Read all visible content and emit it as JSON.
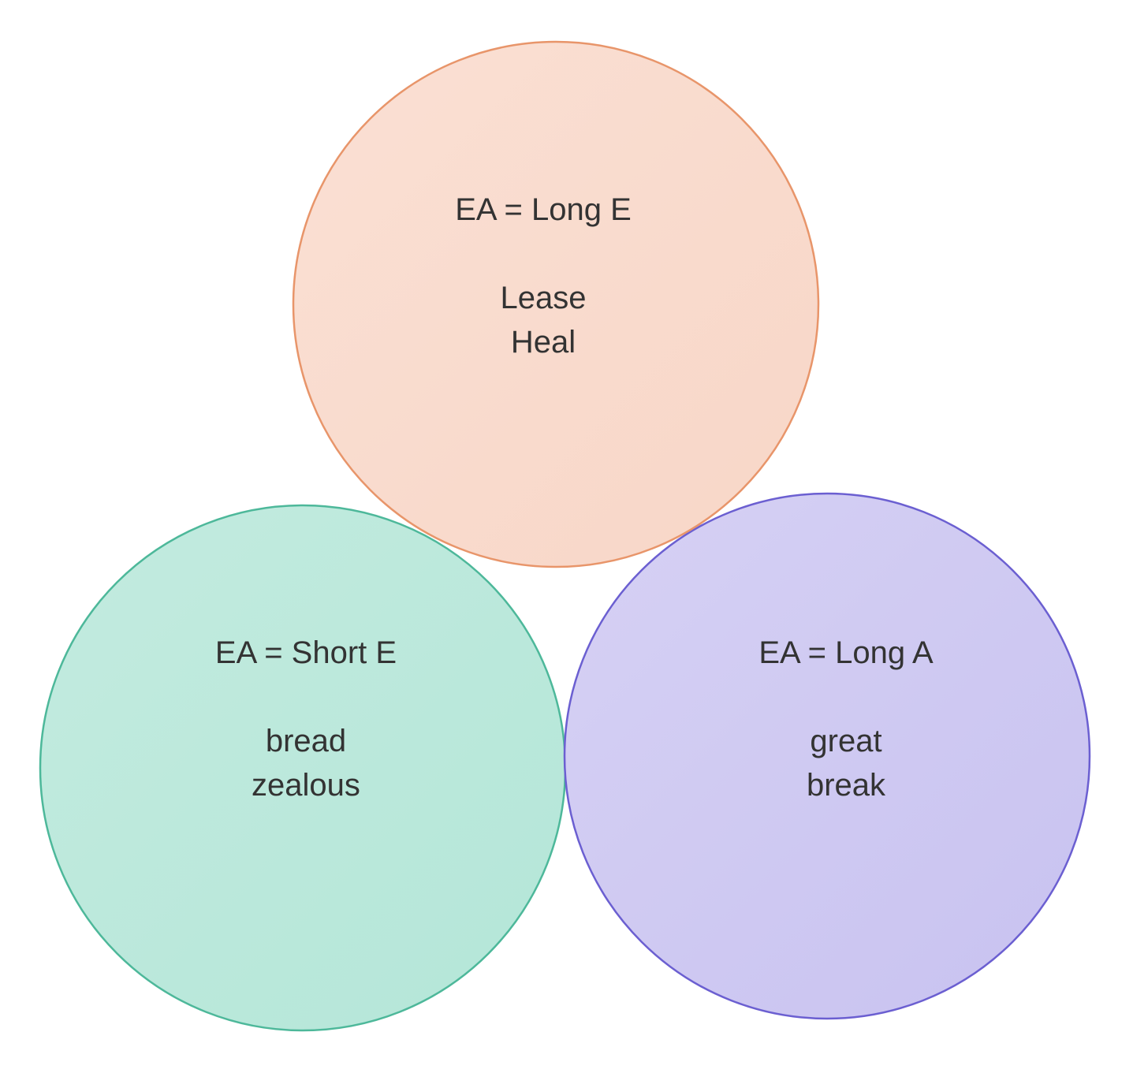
{
  "diagram": {
    "type": "venn-style-circles",
    "circles": [
      {
        "id": "short-e",
        "title": "EA = Short E",
        "words": [
          "bread",
          "zealous"
        ],
        "fill": "#bde9dc",
        "stroke": "#4db89a"
      },
      {
        "id": "long-a",
        "title": "EA = Long A",
        "words": [
          "great",
          "break"
        ],
        "fill": "#d0cbf2",
        "stroke": "#6b5fd1"
      },
      {
        "id": "long-e",
        "title": "EA = Long E",
        "words": [
          "Lease",
          "Heal"
        ],
        "fill": "#f9dbcd",
        "stroke": "#e8956a"
      }
    ]
  }
}
